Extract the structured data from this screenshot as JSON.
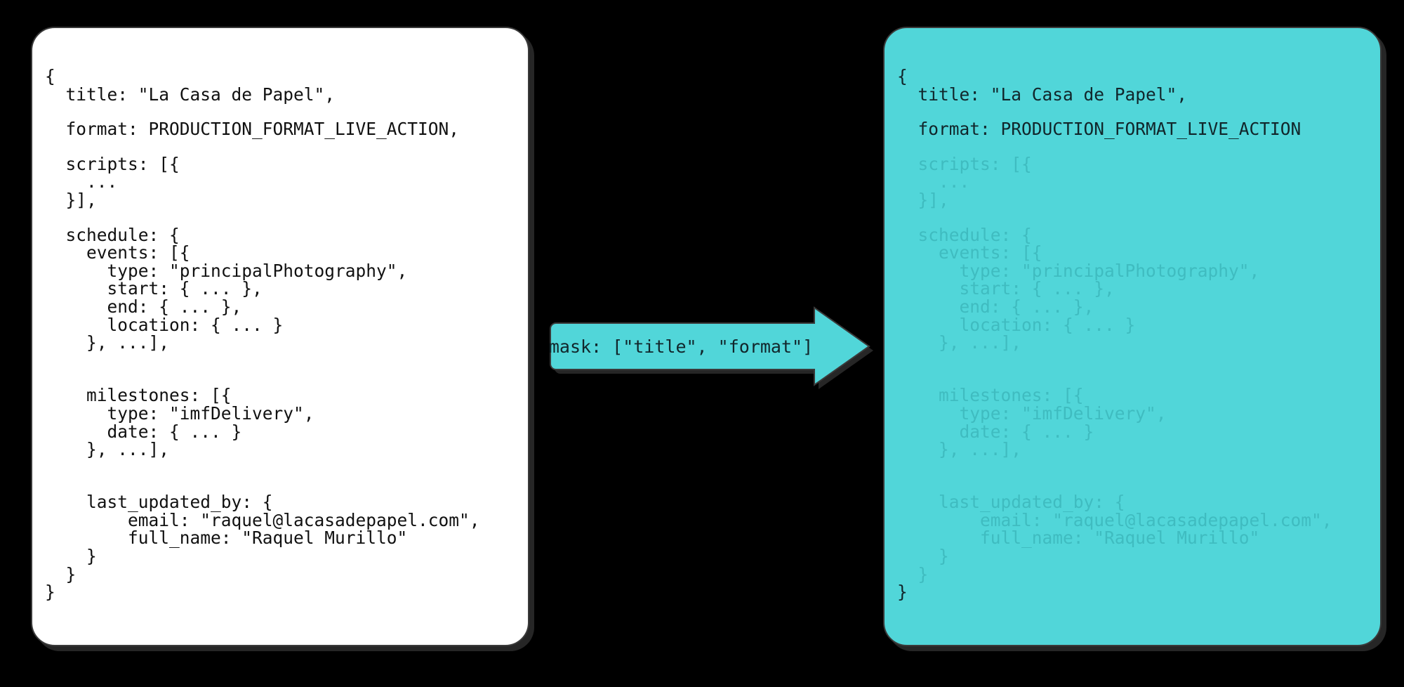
{
  "diagram": {
    "title": "Field mask applied to a production resource",
    "background_color": "#000000",
    "accent_color": "#51d6d9",
    "source_card_color": "#ffffff",
    "masked_text_color": "#3fbcc0",
    "kept_text_color": "#11262b"
  },
  "arrow": {
    "label": "mask: [\"title\", \"format\"]",
    "direction": "right",
    "fill": "#51d6d9",
    "stroke": "#3a3a3a"
  },
  "source_card": {
    "name": "source-resource",
    "lines": [
      {
        "text": "{",
        "masked": false,
        "gap": false
      },
      {
        "text": "  title: \"La Casa de Papel\",",
        "masked": false,
        "gap": true
      },
      {
        "text": "  format: PRODUCTION_FORMAT_LIVE_ACTION,",
        "masked": false,
        "gap": true
      },
      {
        "text": "  scripts: [{",
        "masked": false,
        "gap": false
      },
      {
        "text": "    ...",
        "masked": false,
        "gap": false
      },
      {
        "text": "  }],",
        "masked": false,
        "gap": true
      },
      {
        "text": "  schedule: {",
        "masked": false,
        "gap": false
      },
      {
        "text": "    events: [{",
        "masked": false,
        "gap": false
      },
      {
        "text": "      type: \"principalPhotography\",",
        "masked": false,
        "gap": false
      },
      {
        "text": "      start: { ... },",
        "masked": false,
        "gap": false
      },
      {
        "text": "      end: { ... },",
        "masked": false,
        "gap": false
      },
      {
        "text": "      location: { ... }",
        "masked": false,
        "gap": false
      },
      {
        "text": "    }, ...],",
        "masked": false,
        "gap": false
      },
      {
        "text": "",
        "masked": false,
        "gap": true
      },
      {
        "text": "    milestones: [{",
        "masked": false,
        "gap": false
      },
      {
        "text": "      type: \"imfDelivery\",",
        "masked": false,
        "gap": false
      },
      {
        "text": "      date: { ... }",
        "masked": false,
        "gap": false
      },
      {
        "text": "    }, ...],",
        "masked": false,
        "gap": false
      },
      {
        "text": "",
        "masked": false,
        "gap": true
      },
      {
        "text": "    last_updated_by: {",
        "masked": false,
        "gap": false
      },
      {
        "text": "        email: \"raquel@lacasadepapel.com\",",
        "masked": false,
        "gap": false
      },
      {
        "text": "        full_name: \"Raquel Murillo\"",
        "masked": false,
        "gap": false
      },
      {
        "text": "    }",
        "masked": false,
        "gap": false
      },
      {
        "text": "  }",
        "masked": false,
        "gap": false
      },
      {
        "text": "}",
        "masked": false,
        "gap": false
      }
    ]
  },
  "masked_card": {
    "name": "masked-resource",
    "lines": [
      {
        "text": "{",
        "masked": false,
        "gap": false
      },
      {
        "text": "  title: \"La Casa de Papel\",",
        "masked": false,
        "gap": true
      },
      {
        "text": "  format: PRODUCTION_FORMAT_LIVE_ACTION",
        "masked": false,
        "gap": true
      },
      {
        "text": "  scripts: [{",
        "masked": true,
        "gap": false
      },
      {
        "text": "    ...",
        "masked": true,
        "gap": false
      },
      {
        "text": "  }],",
        "masked": true,
        "gap": true
      },
      {
        "text": "  schedule: {",
        "masked": true,
        "gap": false
      },
      {
        "text": "    events: [{",
        "masked": true,
        "gap": false
      },
      {
        "text": "      type: \"principalPhotography\",",
        "masked": true,
        "gap": false
      },
      {
        "text": "      start: { ... },",
        "masked": true,
        "gap": false
      },
      {
        "text": "      end: { ... },",
        "masked": true,
        "gap": false
      },
      {
        "text": "      location: { ... }",
        "masked": true,
        "gap": false
      },
      {
        "text": "    }, ...],",
        "masked": true,
        "gap": false
      },
      {
        "text": "",
        "masked": true,
        "gap": true
      },
      {
        "text": "    milestones: [{",
        "masked": true,
        "gap": false
      },
      {
        "text": "      type: \"imfDelivery\",",
        "masked": true,
        "gap": false
      },
      {
        "text": "      date: { ... }",
        "masked": true,
        "gap": false
      },
      {
        "text": "    }, ...],",
        "masked": true,
        "gap": false
      },
      {
        "text": "",
        "masked": true,
        "gap": true
      },
      {
        "text": "    last_updated_by: {",
        "masked": true,
        "gap": false
      },
      {
        "text": "        email: \"raquel@lacasadepapel.com\",",
        "masked": true,
        "gap": false
      },
      {
        "text": "        full_name: \"Raquel Murillo\"",
        "masked": true,
        "gap": false
      },
      {
        "text": "    }",
        "masked": true,
        "gap": false
      },
      {
        "text": "  }",
        "masked": true,
        "gap": false
      },
      {
        "text": "}",
        "masked": false,
        "gap": false
      }
    ]
  }
}
